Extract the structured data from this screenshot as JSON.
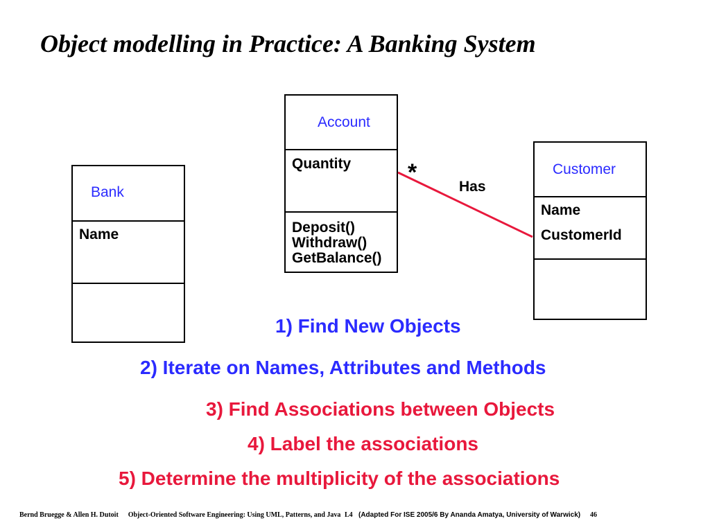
{
  "title": "Object modelling in Practice: A Banking System",
  "classes": {
    "account": {
      "name": "Account",
      "attributes": [
        "Quantity"
      ],
      "methods": [
        "Deposit()",
        "Withdraw()",
        "GetBalance()"
      ]
    },
    "bank": {
      "name": "Bank",
      "attributes": [
        "Name"
      ]
    },
    "customer": {
      "name": "Customer",
      "attributes": [
        "Name",
        "CustomerId"
      ]
    }
  },
  "association": {
    "label": "Has",
    "multiplicity": "*",
    "color": "#e8183c"
  },
  "steps": [
    {
      "text": "1) Find New Objects",
      "color": "#2b2bff"
    },
    {
      "text": "2) Iterate on Names, Attributes and Methods",
      "color": "#2b2bff"
    },
    {
      "text": "3) Find Associations between Objects",
      "color": "#e8183c"
    },
    {
      "text": "4) Label the associations",
      "color": "#e8183c"
    },
    {
      "text": "5) Determine the multiplicity of the associations",
      "color": "#e8183c"
    }
  ],
  "footer": {
    "authors": "Bernd Bruegge & Allen H. Dutoit",
    "book": "Object-Oriented Software Engineering: Using UML, Patterns, and Java",
    "lecture": "L4",
    "adapted": "(Adapted For ISE 2005/6 By Ananda Amatya, University of Warwick)",
    "page": "46"
  }
}
